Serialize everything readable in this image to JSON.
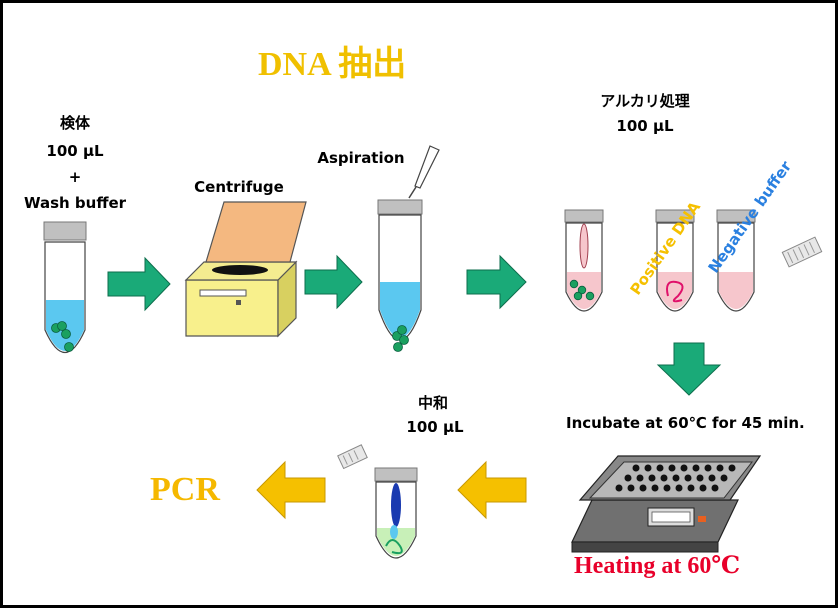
{
  "title": "DNA 抽出",
  "steps": {
    "sample": {
      "line1": "検体",
      "line2": "100 μL",
      "line3": "+",
      "line4": "Wash buffer"
    },
    "centrifuge": {
      "label": "Centrifuge"
    },
    "aspiration": {
      "label": "Aspiration"
    },
    "alkali": {
      "line1": "アルカリ処理",
      "line2": "100 μL"
    },
    "positive_label": "Positive DNA",
    "negative_label": "Negative buffer",
    "incubate": {
      "label": "Incubate at 60℃  for 45 min."
    },
    "heating": {
      "label": "Heating   at 60℃"
    },
    "neutralize": {
      "line1": "中和",
      "line2": "100 μL"
    },
    "pcr": {
      "label": "PCR"
    }
  },
  "colors": {
    "arrow_green": "#1aaa78",
    "arrow_yellow": "#f5c000",
    "liquid_blue": "#5bc8f0",
    "liquid_pink": "#f6c6cc",
    "liquid_green": "#c8f0b8",
    "bead_green": "#1aa060",
    "centrifuge_body": "#f8f08c",
    "centrifuge_lid": "#f4b880",
    "title_yellow": "#f0c000",
    "heating_red": "#e8002a"
  }
}
